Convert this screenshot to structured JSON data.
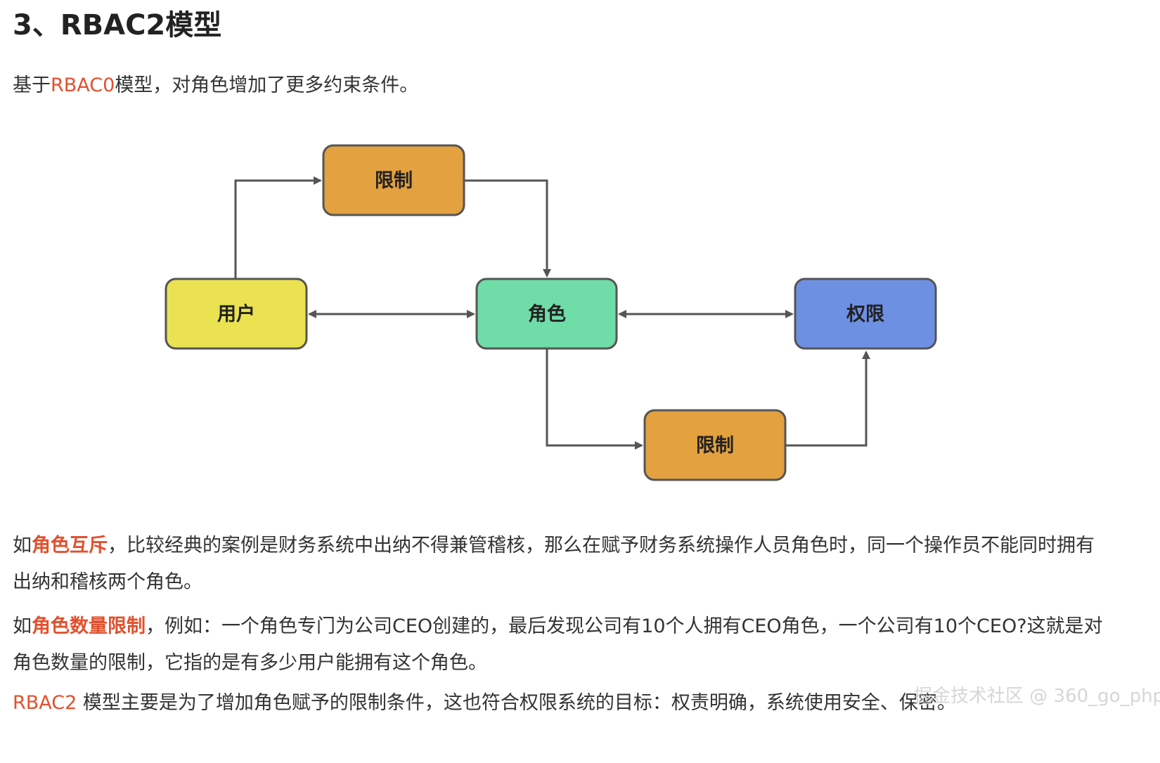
{
  "heading": "3、RBAC2模型",
  "intro": {
    "prefix": "基于",
    "highlight": "RBAC0",
    "suffix": "模型，对角色增加了更多约束条件。"
  },
  "diagram": {
    "nodes": {
      "limit_top": {
        "label": "限制",
        "color": "#e3a13f"
      },
      "user": {
        "label": "用户",
        "color": "#eae251"
      },
      "role": {
        "label": "角色",
        "color": "#70dca8"
      },
      "permission": {
        "label": "权限",
        "color": "#6e90e3"
      },
      "limit_bottom": {
        "label": "限制",
        "color": "#e3a13f"
      }
    },
    "edge_color": "#555555",
    "node_border_color": "#555555"
  },
  "para1": {
    "prefix": "如",
    "highlight": "角色互斥",
    "suffix": "，比较经典的案例是财务系统中出纳不得兼管稽核，那么在赋予财务系统操作人员角色时，同一个操作员不能同时拥有出纳和稽核两个角色。"
  },
  "para2": {
    "prefix": "如",
    "highlight": "角色数量限制",
    "suffix": "，例如：一个角色专门为公司CEO创建的，最后发现公司有10个人拥有CEO角色，一个公司有10个CEO?这就是对角色数量的限制，它指的是有多少用户能拥有这个角色。"
  },
  "para3": {
    "highlight": "RBAC2",
    "suffix": " 模型主要是为了增加角色赋予的限制条件，这也符合权限系统的目标：权责明确，系统使用安全、保密。"
  },
  "watermark": "掘金技术社区 @ 360_go_php",
  "colors": {
    "highlight": "#e2502e",
    "text": "#333333"
  }
}
